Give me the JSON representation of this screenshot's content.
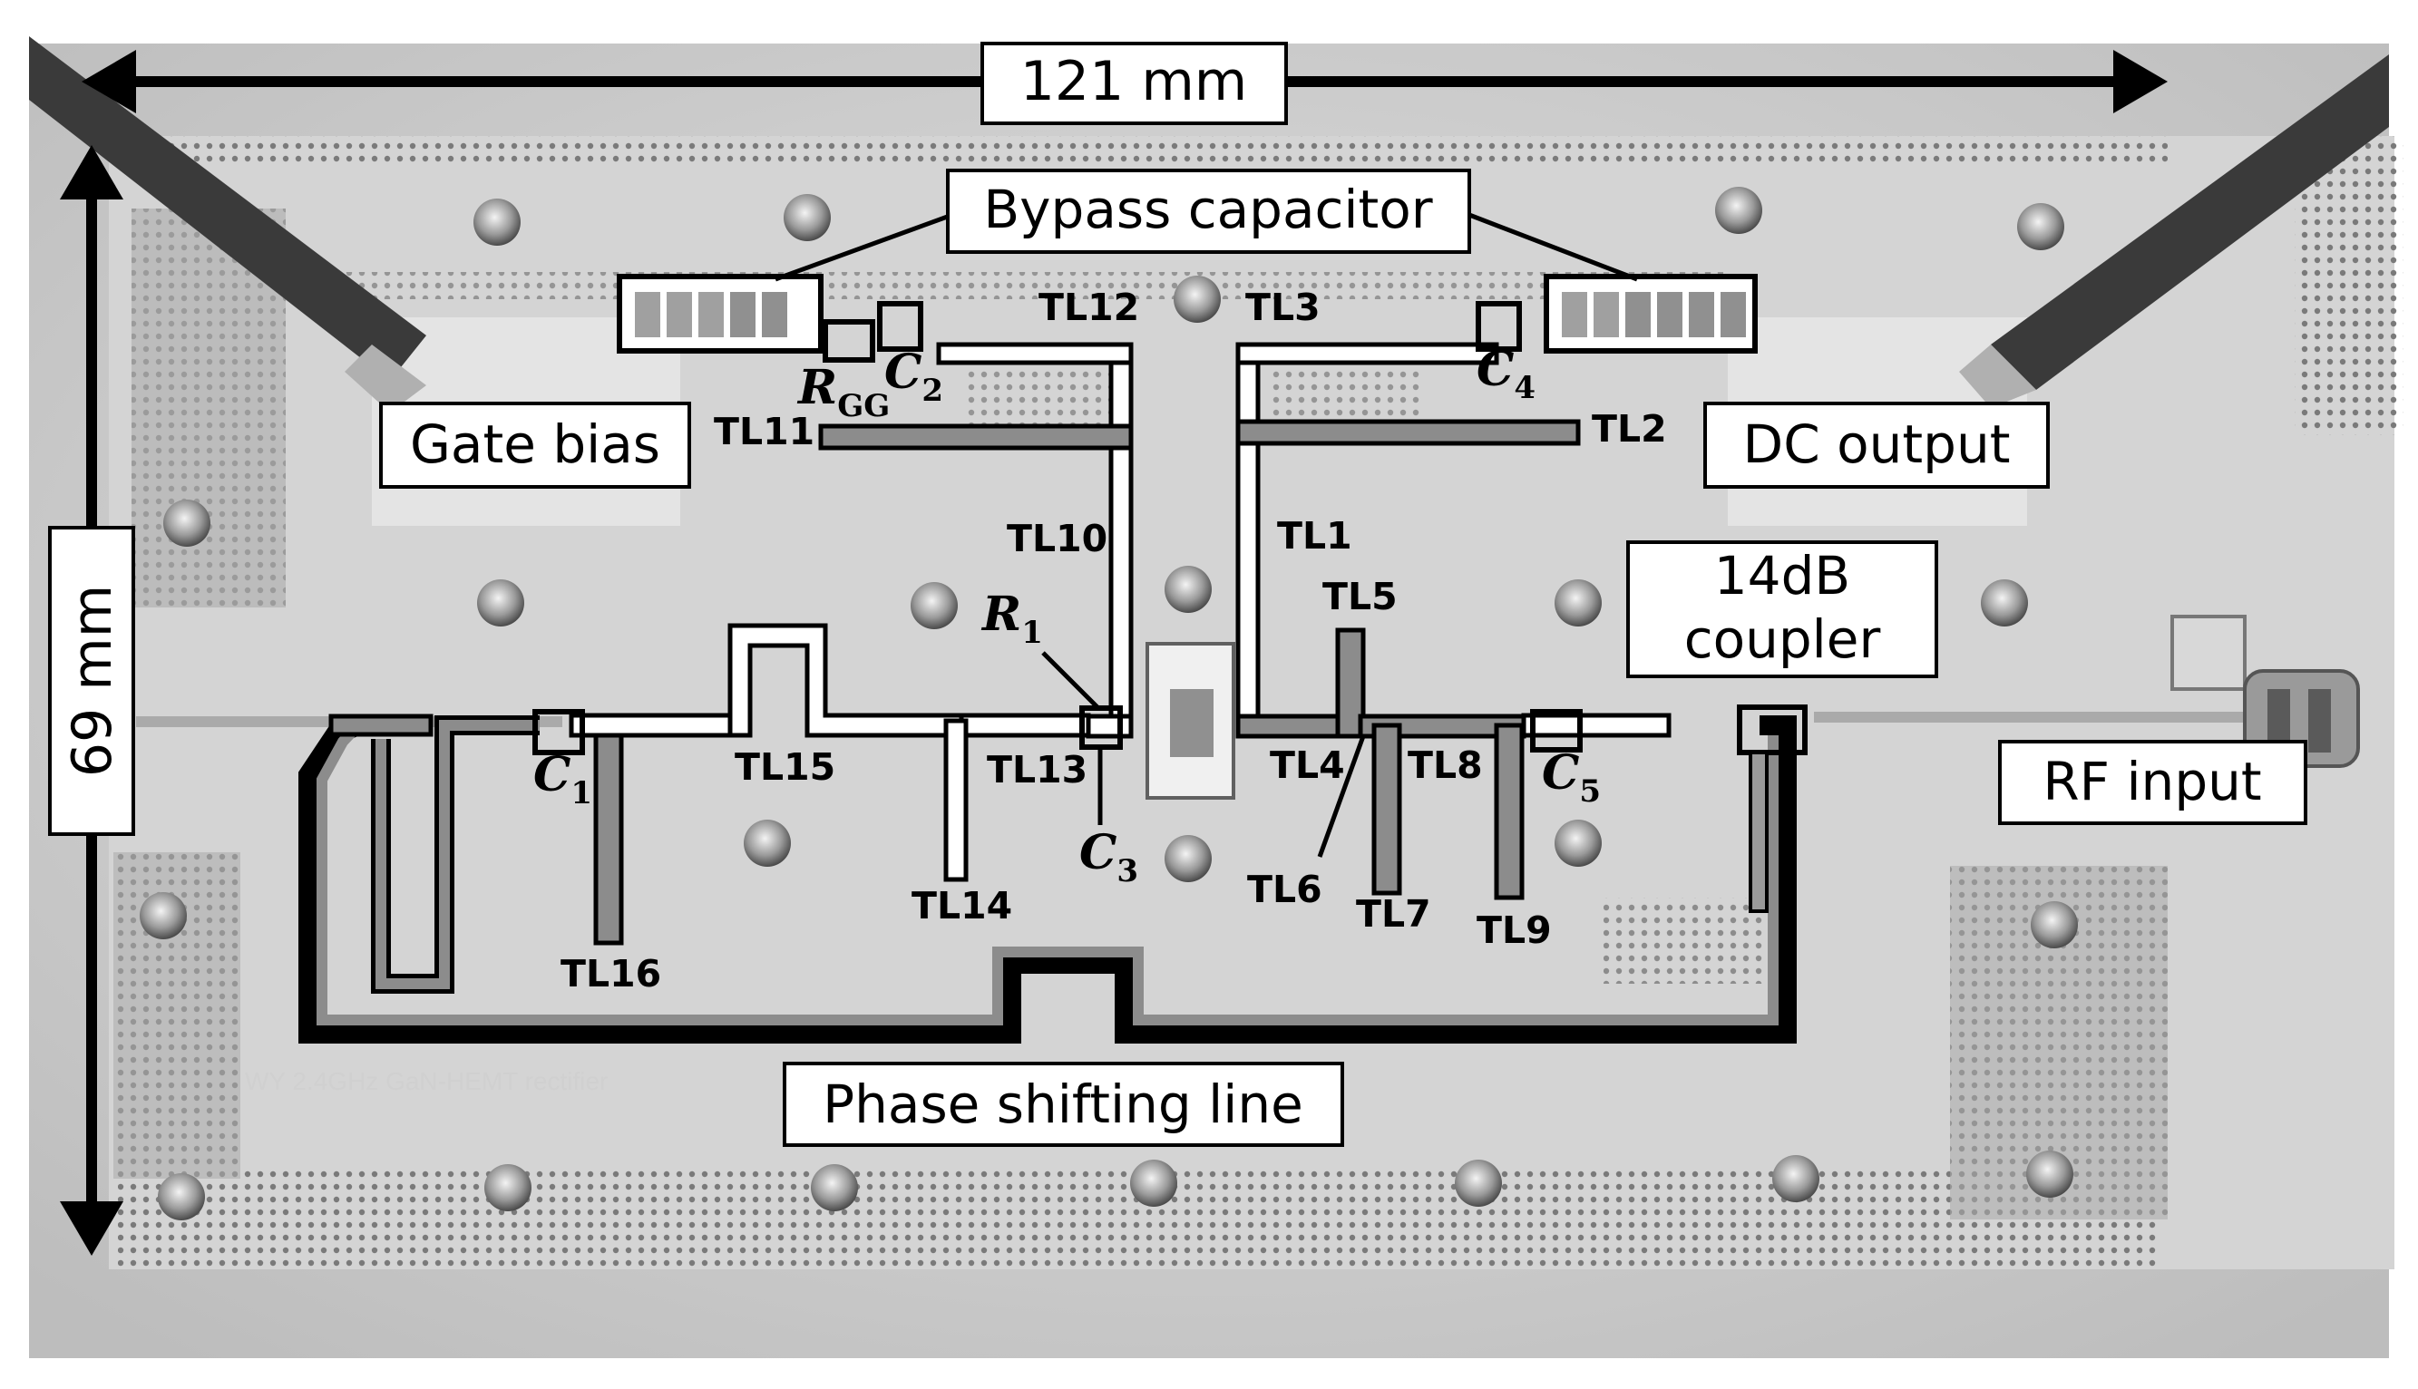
{
  "dimensions": {
    "width_label": "121 mm",
    "height_label": "69 mm"
  },
  "callouts": {
    "bypass_capacitor": "Bypass capacitor",
    "gate_bias": "Gate bias",
    "dc_output": "DC output",
    "coupler_line1": "14dB",
    "coupler_line2": "coupler",
    "rf_input": "RF input",
    "phase_shifting_line": "Phase shifting line"
  },
  "transmission_lines": {
    "tl1": "TL1",
    "tl2": "TL2",
    "tl3": "TL3",
    "tl4": "TL4",
    "tl5": "TL5",
    "tl6": "TL6",
    "tl7": "TL7",
    "tl8": "TL8",
    "tl9": "TL9",
    "tl10": "TL10",
    "tl11": "TL11",
    "tl12": "TL12",
    "tl13": "TL13",
    "tl14": "TL14",
    "tl15": "TL15",
    "tl16": "TL16"
  },
  "components": {
    "c1": {
      "base": "C",
      "sub": "1"
    },
    "c2": {
      "base": "C",
      "sub": "2"
    },
    "c3": {
      "base": "C",
      "sub": "3"
    },
    "c4": {
      "base": "C",
      "sub": "4"
    },
    "c5": {
      "base": "C",
      "sub": "5"
    },
    "r1": {
      "base": "R",
      "sub": "1"
    },
    "rgg": {
      "base": "R",
      "sub": "GG"
    }
  },
  "board_silkscreen": "WY 2.4GHz GaN-HEMT rectifier",
  "colors": {
    "board_base": "#c8c8c8",
    "board_light": "#dcdcdc",
    "ground_plane": "#b4b4b4",
    "via_dot": "#7a7a7a",
    "trace_gray": "#8c8c8c",
    "cable": "#3a3a3a"
  }
}
